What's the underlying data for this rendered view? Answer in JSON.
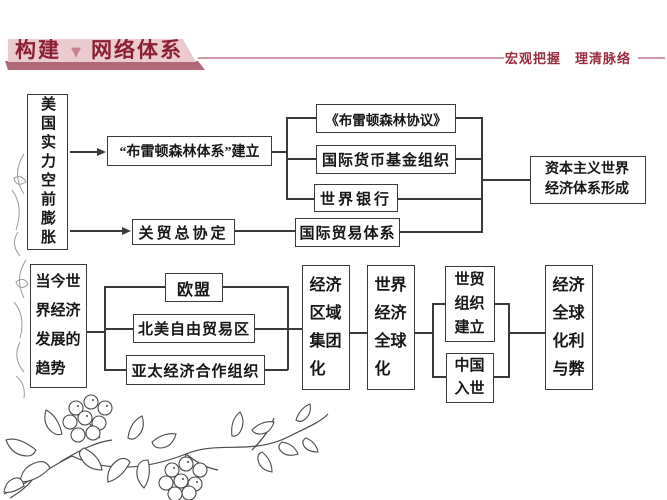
{
  "colors": {
    "banner_face": "#e9cbd0",
    "banner_base": "#b06a77",
    "banner_title": "#8c1f33",
    "triangle": "#c5818f",
    "tagline": "#9b2c40",
    "divider": "#cf9aa5",
    "box_border": "#3a3a3a",
    "box_text": "#161616",
    "connector": "#3a3a3a",
    "background": "#ffffff"
  },
  "header": {
    "title_part1": "构建",
    "triangle_icon": "▼",
    "title_part2": "网络体系",
    "tagline": "宏观把握　理清脉络"
  },
  "flowchart_top": {
    "us_strength": "美国实力空前膨胀",
    "bretton_system": "“布雷顿森林体系”建立",
    "bretton_agreement": "《布雷顿森林协议》",
    "imf": "国际货币基金组织",
    "world_bank": "世界银行",
    "gatt": "关贸总协定",
    "trade_system": "国际贸易体系",
    "capitalist_system": "资本主义世界经济体系形成"
  },
  "flowchart_bottom": {
    "trend": "当今世界经济发展的趋势",
    "eu": "欧盟",
    "nafta": "北美自由贸易区",
    "apec": "亚太经济合作组织",
    "regional_integration": "经济区域集团化",
    "globalization": "世界经济全球化",
    "wto_founding": "世贸组织建立",
    "china_wto": "中国入世",
    "pros_cons": "经济全球化利与弊"
  }
}
